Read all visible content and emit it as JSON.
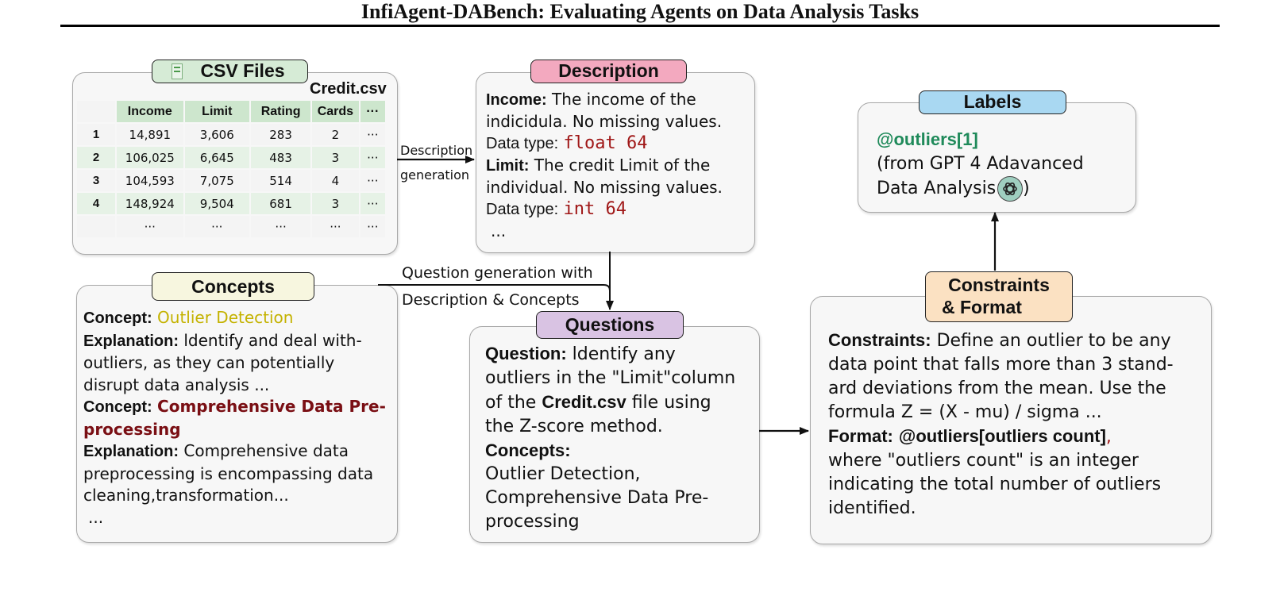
{
  "title": "InfiAgent-DABench: Evaluating Agents on Data Analysis Tasks",
  "csv_panel": {
    "tag": "CSV Files",
    "filename": "Credit.csv",
    "columns": [
      "",
      "Income",
      "Limit",
      "Rating",
      "Cards",
      "···"
    ],
    "rows": [
      [
        "1",
        "14,891",
        "3,606",
        "283",
        "2",
        "···"
      ],
      [
        "2",
        "106,025",
        "6,645",
        "483",
        "3",
        "···"
      ],
      [
        "3",
        "104,593",
        "7,075",
        "514",
        "4",
        "···"
      ],
      [
        "4",
        "148,924",
        "9,504",
        "681",
        "3",
        "···"
      ],
      [
        "",
        "···",
        "···",
        "···",
        "···",
        "···"
      ]
    ]
  },
  "description_panel": {
    "tag": "Description",
    "income_key": "Income:",
    "income_text_1": "The income of the",
    "income_text_2": "indicidula. No missing values.",
    "income_dtype_label": "Data type:",
    "income_dtype": "float 64",
    "limit_key": "Limit:",
    "limit_text_1": "The credit Limit of the",
    "limit_text_2": "individual. No missing values.",
    "limit_dtype_label": "Data type:",
    "limit_dtype": "int 64",
    "ellipsis": "..."
  },
  "labels_panel": {
    "tag": "Labels",
    "answer": "@outliers[1]",
    "source_1": "(from GPT 4 Adavanced",
    "source_2": "Data Analysis",
    "source_close": ")",
    "icon": "openai-logo-icon"
  },
  "concepts_panel": {
    "tag": "Concepts",
    "concept1_key": "Concept:",
    "concept1_value": "Outlier Detection",
    "explanation1_key": "Explanation:",
    "explanation1_l1": "ldentify and deal with-",
    "explanation1_l2": "outliers, as they can potentially",
    "explanation1_l3": "disrupt data analysis ...",
    "concept2_key": "Concept:",
    "concept2_value_1": "Comprehensive Data Pre-",
    "concept2_value_2": "processing",
    "explanation2_key": "Explanation:",
    "explanation2_l1": "Comprehensive data",
    "explanation2_l2": "preprocessing is encompassing data",
    "explanation2_l3": "cleaning,transformation...",
    "ellipsis": "..."
  },
  "questions_panel": {
    "tag": "Questions",
    "question_key": "Question:",
    "q_l1": "ldentify any",
    "q_l2": "outliers in the \"Limit\"column",
    "q_l3a": "of the",
    "q_l3b": "Credit.csv",
    "q_l3c": "file using",
    "q_l4": "the Z-score method.",
    "concepts_key": "Concepts:",
    "c_l1": "Outlier Detection,",
    "c_l2": "Comprehensive Data Pre-",
    "c_l3": "processing"
  },
  "constraints_panel": {
    "tag_1": "Constraints",
    "tag_2": "& Format",
    "constraints_key": "Constraints:",
    "c_l1": "Define an outlier to be any",
    "c_l2": "data point that falls more than 3 stand-",
    "c_l3": "ard deviations from the mean. Use the",
    "c_l4": "formula Z = (X - mu) / sigma ...",
    "format_key": "Format:",
    "format_value": "@outliers[outliers count]",
    "format_comma": ",",
    "f_l2": "where \"outliers count\" is an integer",
    "f_l3": "indicating the total number of outliers",
    "f_l4": "identified."
  },
  "edges": {
    "description_generation_1": "Description",
    "description_generation_2": "generation",
    "question_generation_1": "Question generation with",
    "question_generation_2": "Description & Concepts"
  },
  "colors": {
    "csv_tag": "#d6ebd6",
    "description_tag": "#f3a9bf",
    "labels_tag": "#a9d8f2",
    "concepts_tag": "#f7f6df",
    "questions_tag": "#d9c3e3",
    "constraints_tag": "#fbe1c2",
    "concept1_color": "#c4b200",
    "concept2_color": "#7a0f14",
    "answer_color": "#1f8a5a",
    "format_comma_color": "#a01818"
  }
}
